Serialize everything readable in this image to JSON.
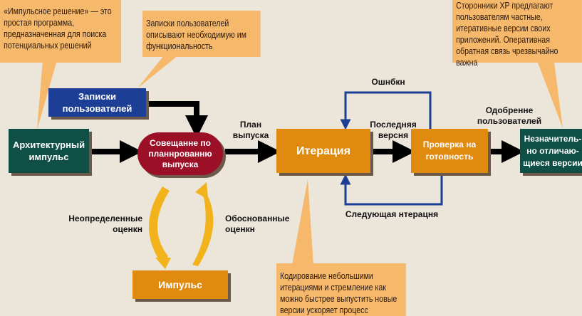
{
  "callouts": {
    "impulse_solution": "«Импульсное решение» — это простая программа, предназначенная для поиска потенциальных решений",
    "user_stories": "Записки пользователей описывают необходимую им функциональность",
    "xp_supporters": "Сторонники XP предлагают пользователям частные, итеративные версии своих приложений. Оперативная обратная связь чрезвычайно важна",
    "coding": "Кодирование небольшими итерациями и стремление как можно быстрее выпустить новые версии ускоряет процесс разработки"
  },
  "nodes": {
    "user_stories": "Записки пользователей",
    "arch_impulse": "Архитектурный импульс",
    "release_planning": "Совещанне по планнрованню выпуска",
    "iteration": "Итерация",
    "acceptance": "Проверка на готовность",
    "small_releases": "Незначитель-но отличаю-щиеся версии",
    "impulse": "Импульс"
  },
  "labels": {
    "release_plan": "План выпуска",
    "bugs": "Ошнбкн",
    "latest_version": "Последняя версня",
    "user_approval": "Одобренне пользователей",
    "next_iteration": "Следующая нтерацня",
    "uncertain": "Неопределенные оценкн",
    "confident": "Обоснованные оценкн"
  },
  "colors": {
    "callout": "#f6b96b",
    "blue": "#1c3f95",
    "green": "#0f4f45",
    "red": "#9b1027",
    "orange": "#e08a10",
    "arrow_yellow": "#f2b21c"
  }
}
